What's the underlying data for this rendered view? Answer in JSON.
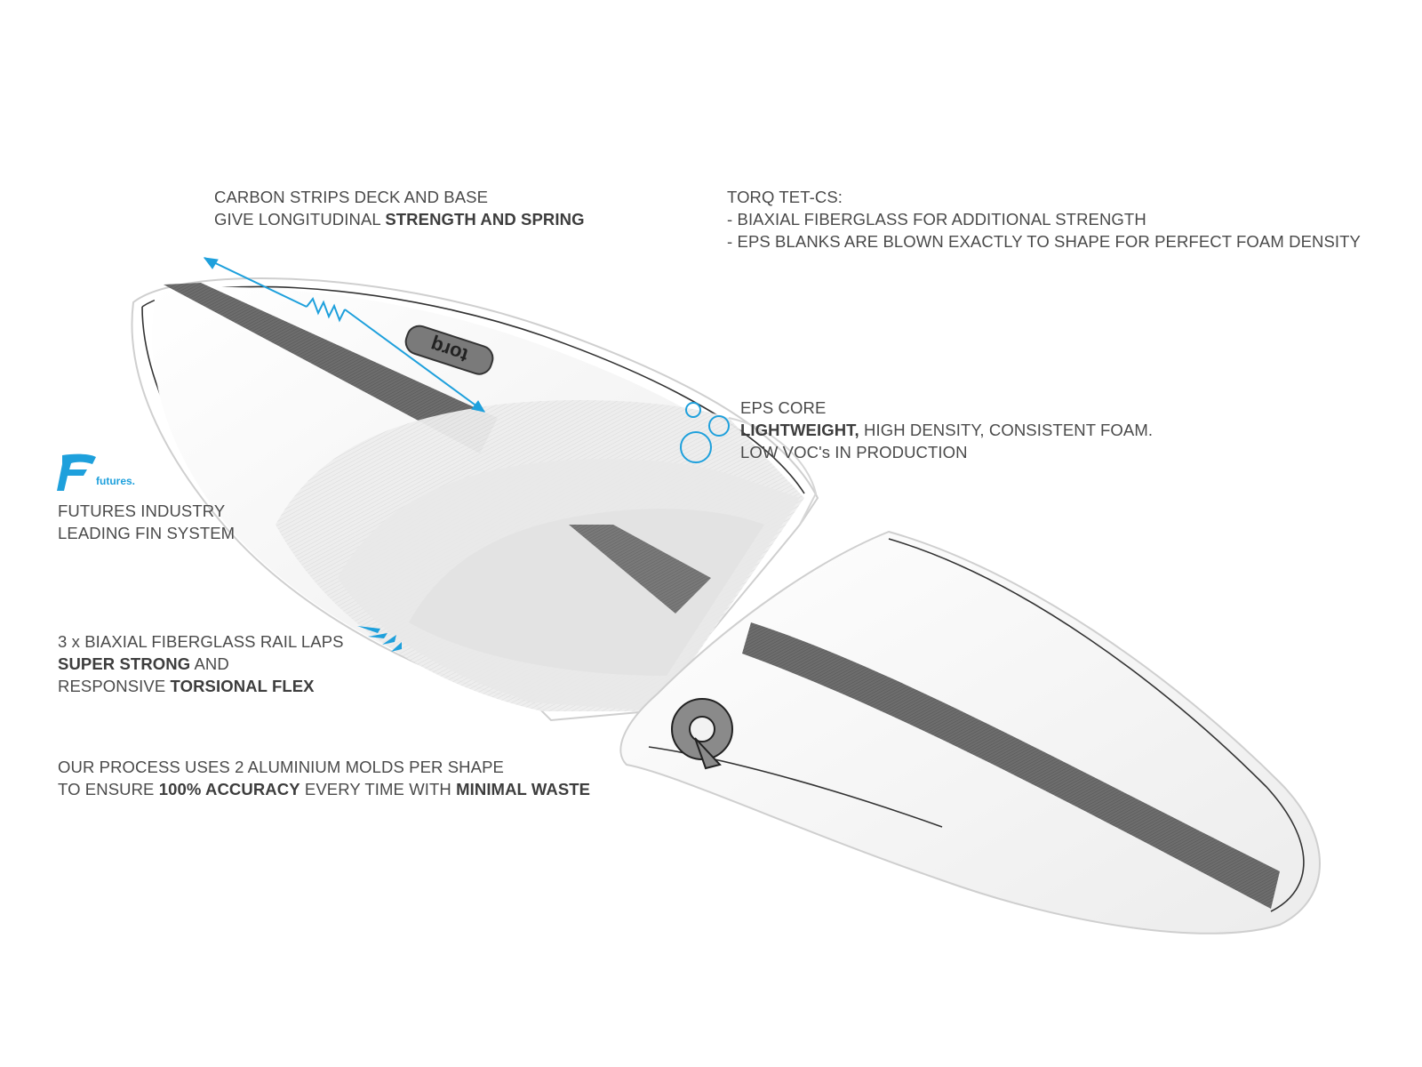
{
  "colors": {
    "accent": "#1ea0dc",
    "carbon": "#6b6b6b",
    "board": "#f4f4f4"
  },
  "carbon": {
    "line1": "CARBON STRIPS DECK AND BASE",
    "line2_pre": "GIVE LONGITUDINAL ",
    "line2_bold": "STRENGTH  AND SPRING"
  },
  "torq": {
    "title": "TORQ TET-CS:",
    "bullet1": "- BIAXIAL FIBERGLASS FOR ADDITIONAL STRENGTH",
    "bullet2": "- EPS BLANKS ARE BLOWN EXACTLY TO SHAPE FOR PERFECT FOAM DENSITY"
  },
  "eps": {
    "title": "EPS CORE",
    "line2_bold": "LIGHTWEIGHT,",
    "line2_rest": " HIGH DENSITY, CONSISTENT FOAM.",
    "line3": "LOW VOC's IN PRODUCTION"
  },
  "futures": {
    "logo_text": "futures.",
    "line1": "FUTURES INDUSTRY",
    "line2": "LEADING FIN SYSTEM",
    "icon": "futures-f-logo"
  },
  "rails": {
    "line1": "3 x BIAXIAL FIBERGLASS RAIL LAPS",
    "line2_bold": "SUPER STRONG",
    "line2_rest": " AND",
    "line3_pre": "RESPONSIVE ",
    "line3_bold": "TORSIONAL FLEX"
  },
  "process": {
    "line1": "OUR  PROCESS USES 2 ALUMINIUM MOLDS PER SHAPE",
    "line2_pre": "TO ENSURE ",
    "line2_bold1": "100% ACCURACY",
    "line2_mid": " EVERY TIME WITH ",
    "line2_bold2": "MINIMAL WASTE"
  },
  "board_logo_text": "torq"
}
